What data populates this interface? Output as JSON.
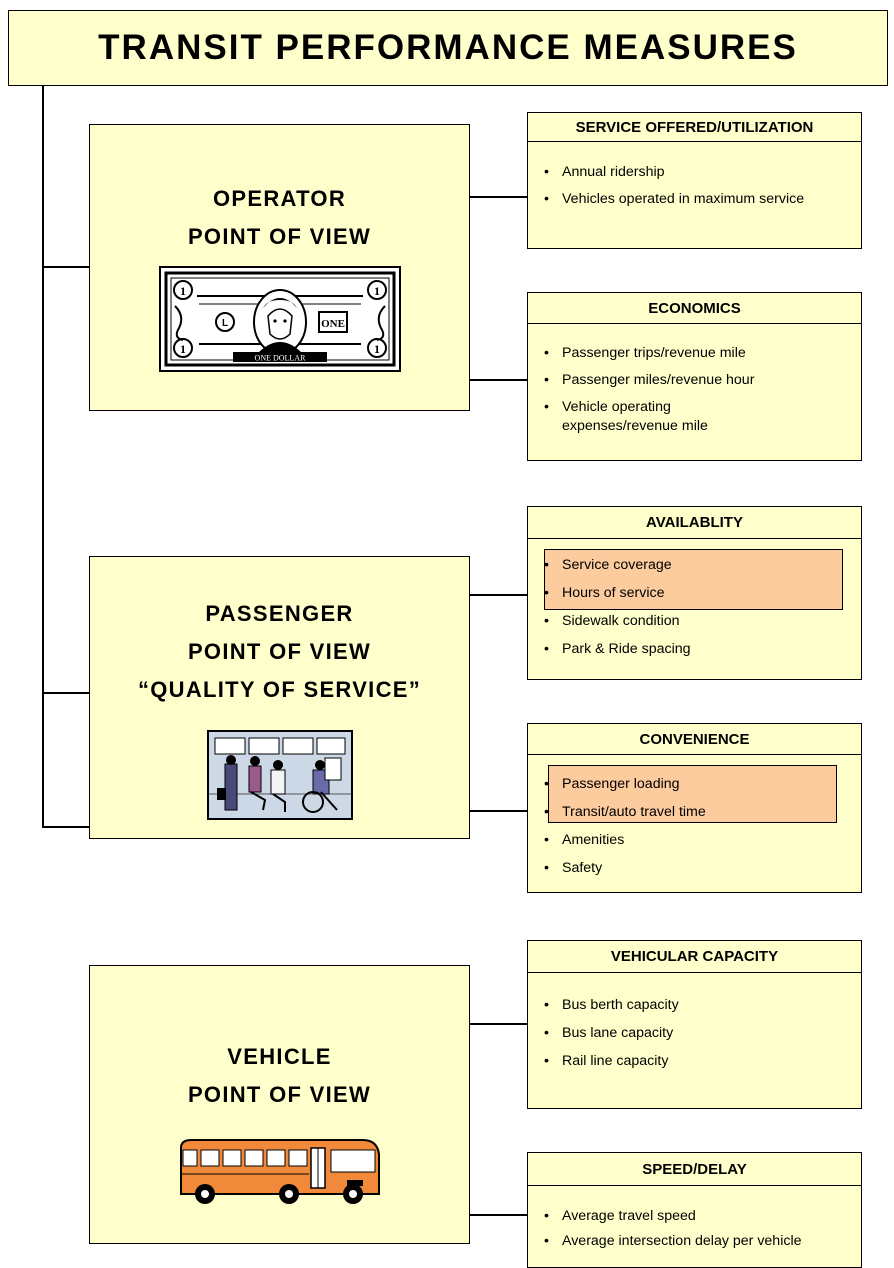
{
  "title": "TRANSIT PERFORMANCE MEASURES",
  "views": [
    {
      "lines": [
        "OPERATOR",
        "POINT OF VIEW"
      ],
      "illustration": "dollar-bill-icon"
    },
    {
      "lines": [
        "PASSENGER",
        "POINT OF VIEW",
        "“QUALITY OF SERVICE”"
      ],
      "illustration": "bus-passengers-icon"
    },
    {
      "lines": [
        "VEHICLE",
        "POINT OF VIEW"
      ],
      "illustration": "bus-icon"
    }
  ],
  "categories": [
    {
      "title": "SERVICE OFFERED/UTILIZATION",
      "items": [
        "Annual ridership",
        "Vehicles operated in maximum service"
      ]
    },
    {
      "title": "ECONOMICS",
      "items": [
        "Passenger trips/revenue mile",
        "Passenger miles/revenue hour",
        "Vehicle operating expenses/revenue mile"
      ]
    },
    {
      "title": "AVAILABLITY",
      "items": [
        "Service coverage",
        "Hours of service",
        "Sidewalk condition",
        "Park & Ride spacing"
      ]
    },
    {
      "title": "CONVENIENCE",
      "items": [
        "Passenger loading",
        "Transit/auto travel time",
        "Amenities",
        "Safety"
      ]
    },
    {
      "title": "VEHICULAR CAPACITY",
      "items": [
        "Bus berth capacity",
        "Bus lane capacity",
        "Rail line capacity"
      ]
    },
    {
      "title": "SPEED/DELAY",
      "items": [
        "Average travel speed",
        "Average intersection delay per vehicle"
      ]
    }
  ],
  "colors": {
    "box_fill": "#ffffcc",
    "highlight_fill": "#fccb9e",
    "bus_orange": "#f08a3a"
  }
}
